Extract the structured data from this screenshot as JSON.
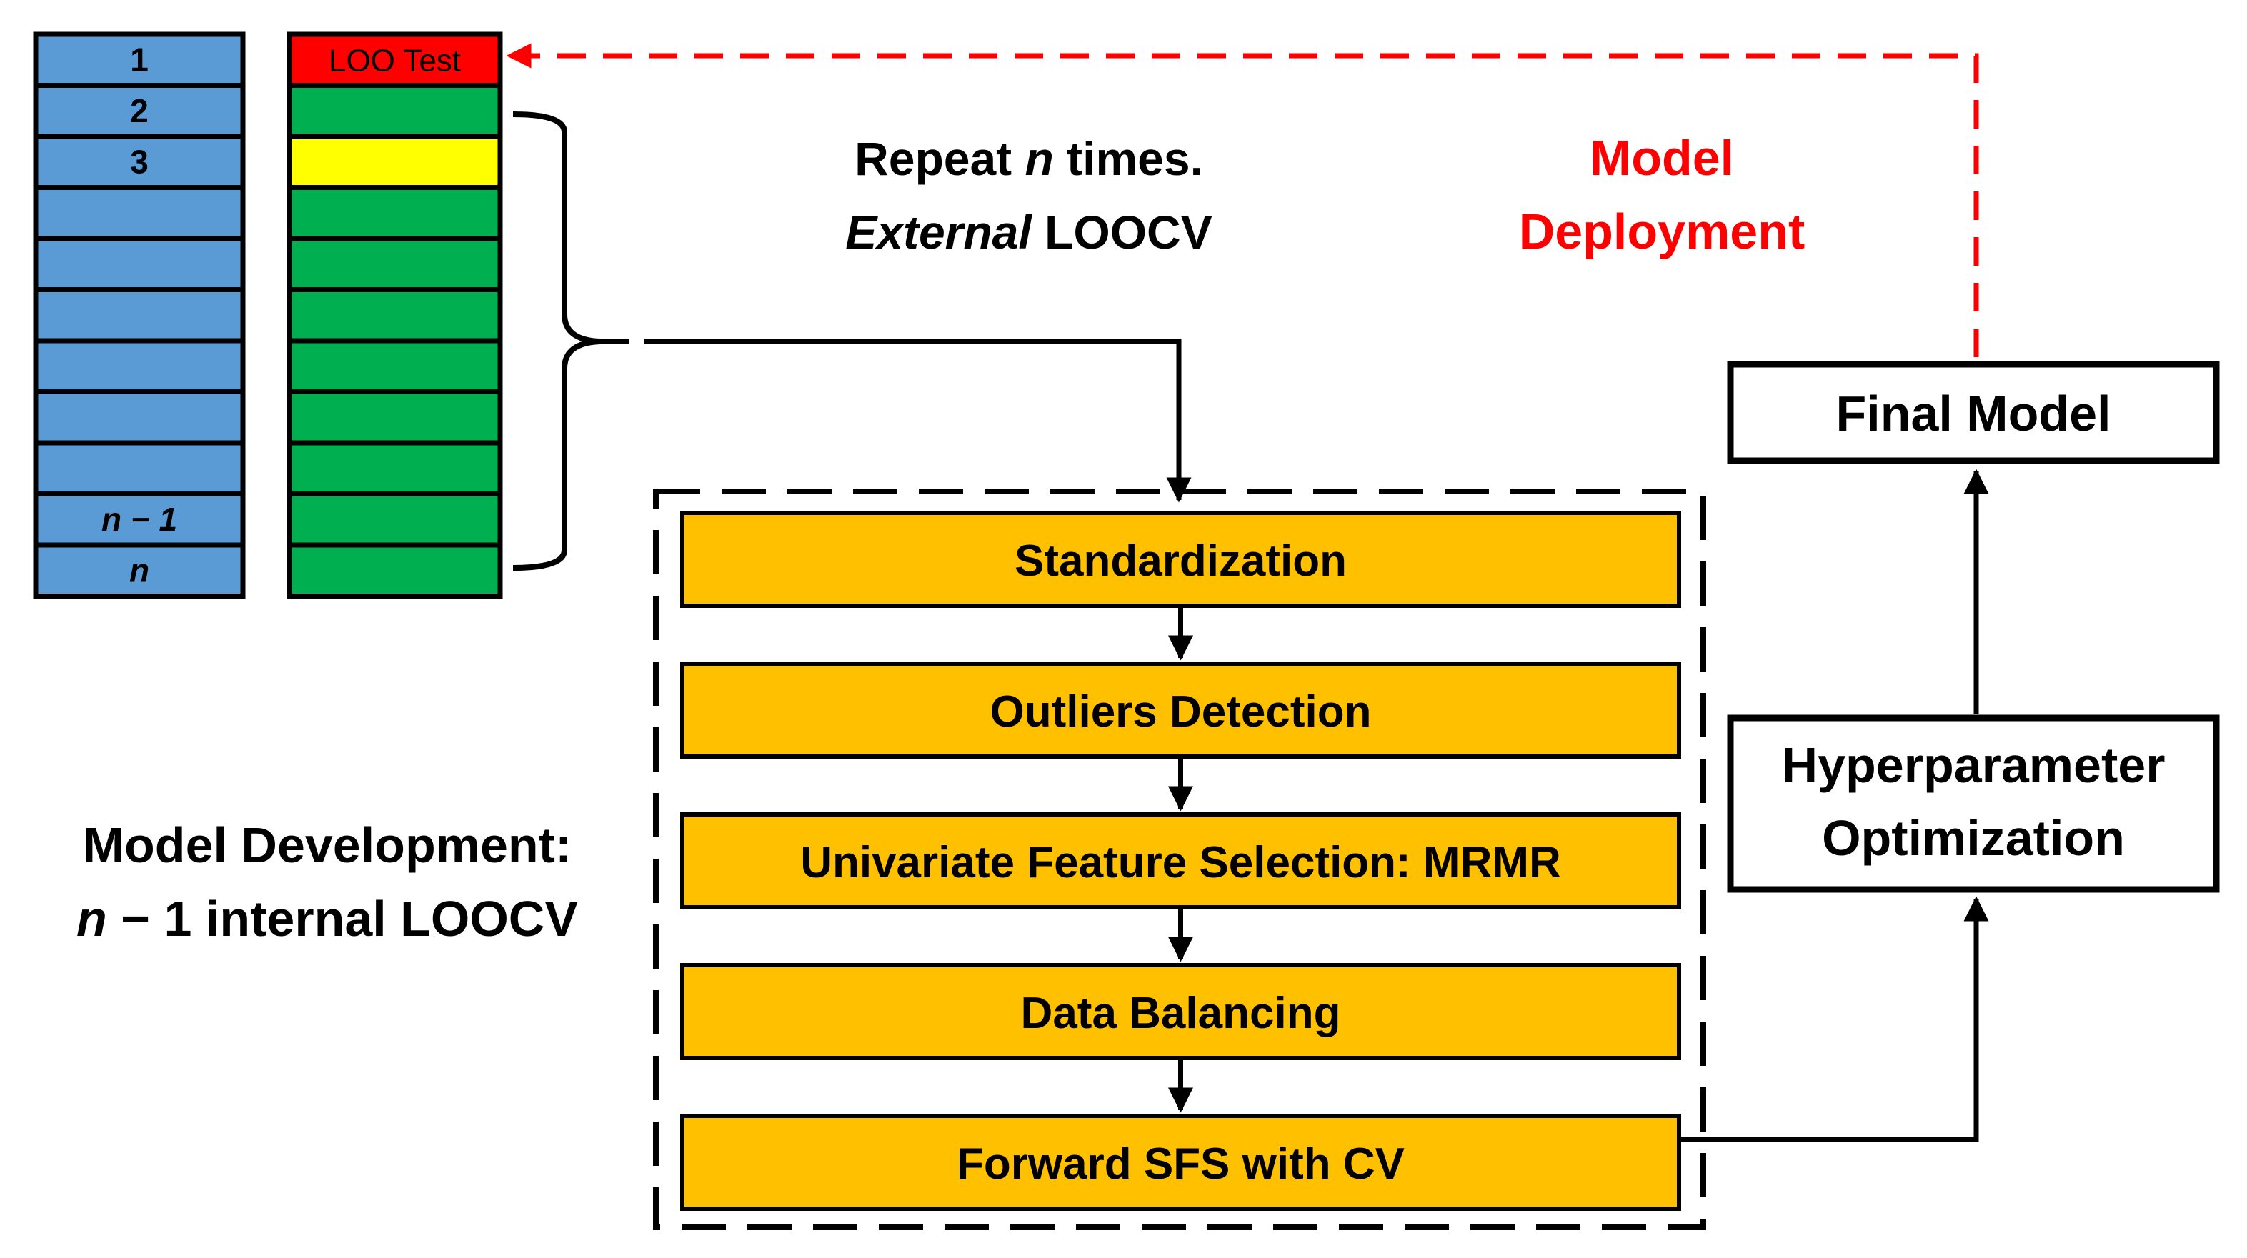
{
  "colors": {
    "blue_fold": "#5b9bd5",
    "green_fold": "#00b050",
    "yellow_fold": "#ffff00",
    "red_test": "#ff0000",
    "pipeline_step": "#ffc000",
    "outline": "#000000",
    "deploy_text": "#ff0000"
  },
  "left_folds": {
    "labels": [
      "1",
      "2",
      "3",
      "",
      "",
      "",
      "",
      "",
      "",
      "n − 1",
      "n"
    ]
  },
  "right_folds": {
    "test_label": "LOO Test",
    "fold_colors": [
      "red",
      "green",
      "yellow",
      "green",
      "green",
      "green",
      "green",
      "green",
      "green",
      "green",
      "green"
    ]
  },
  "annotations": {
    "repeat_prefix": "Repeat ",
    "repeat_n": "n",
    "repeat_suffix": " times.",
    "external_italic": "External",
    "external_suffix": " LOOCV",
    "deploy_line1": "Model",
    "deploy_line2": "Deployment",
    "dev_line1": "Model Development:",
    "dev_n": "n",
    "dev_suffix": " − 1 internal LOOCV"
  },
  "pipeline": {
    "steps": [
      "Standardization",
      "Outliers Detection",
      "Univariate Feature Selection: MRMR",
      "Data Balancing",
      "Forward SFS with CV"
    ]
  },
  "right_column": {
    "hyper_line1": "Hyperparameter",
    "hyper_line2": "Optimization",
    "final_model": "Final Model"
  }
}
